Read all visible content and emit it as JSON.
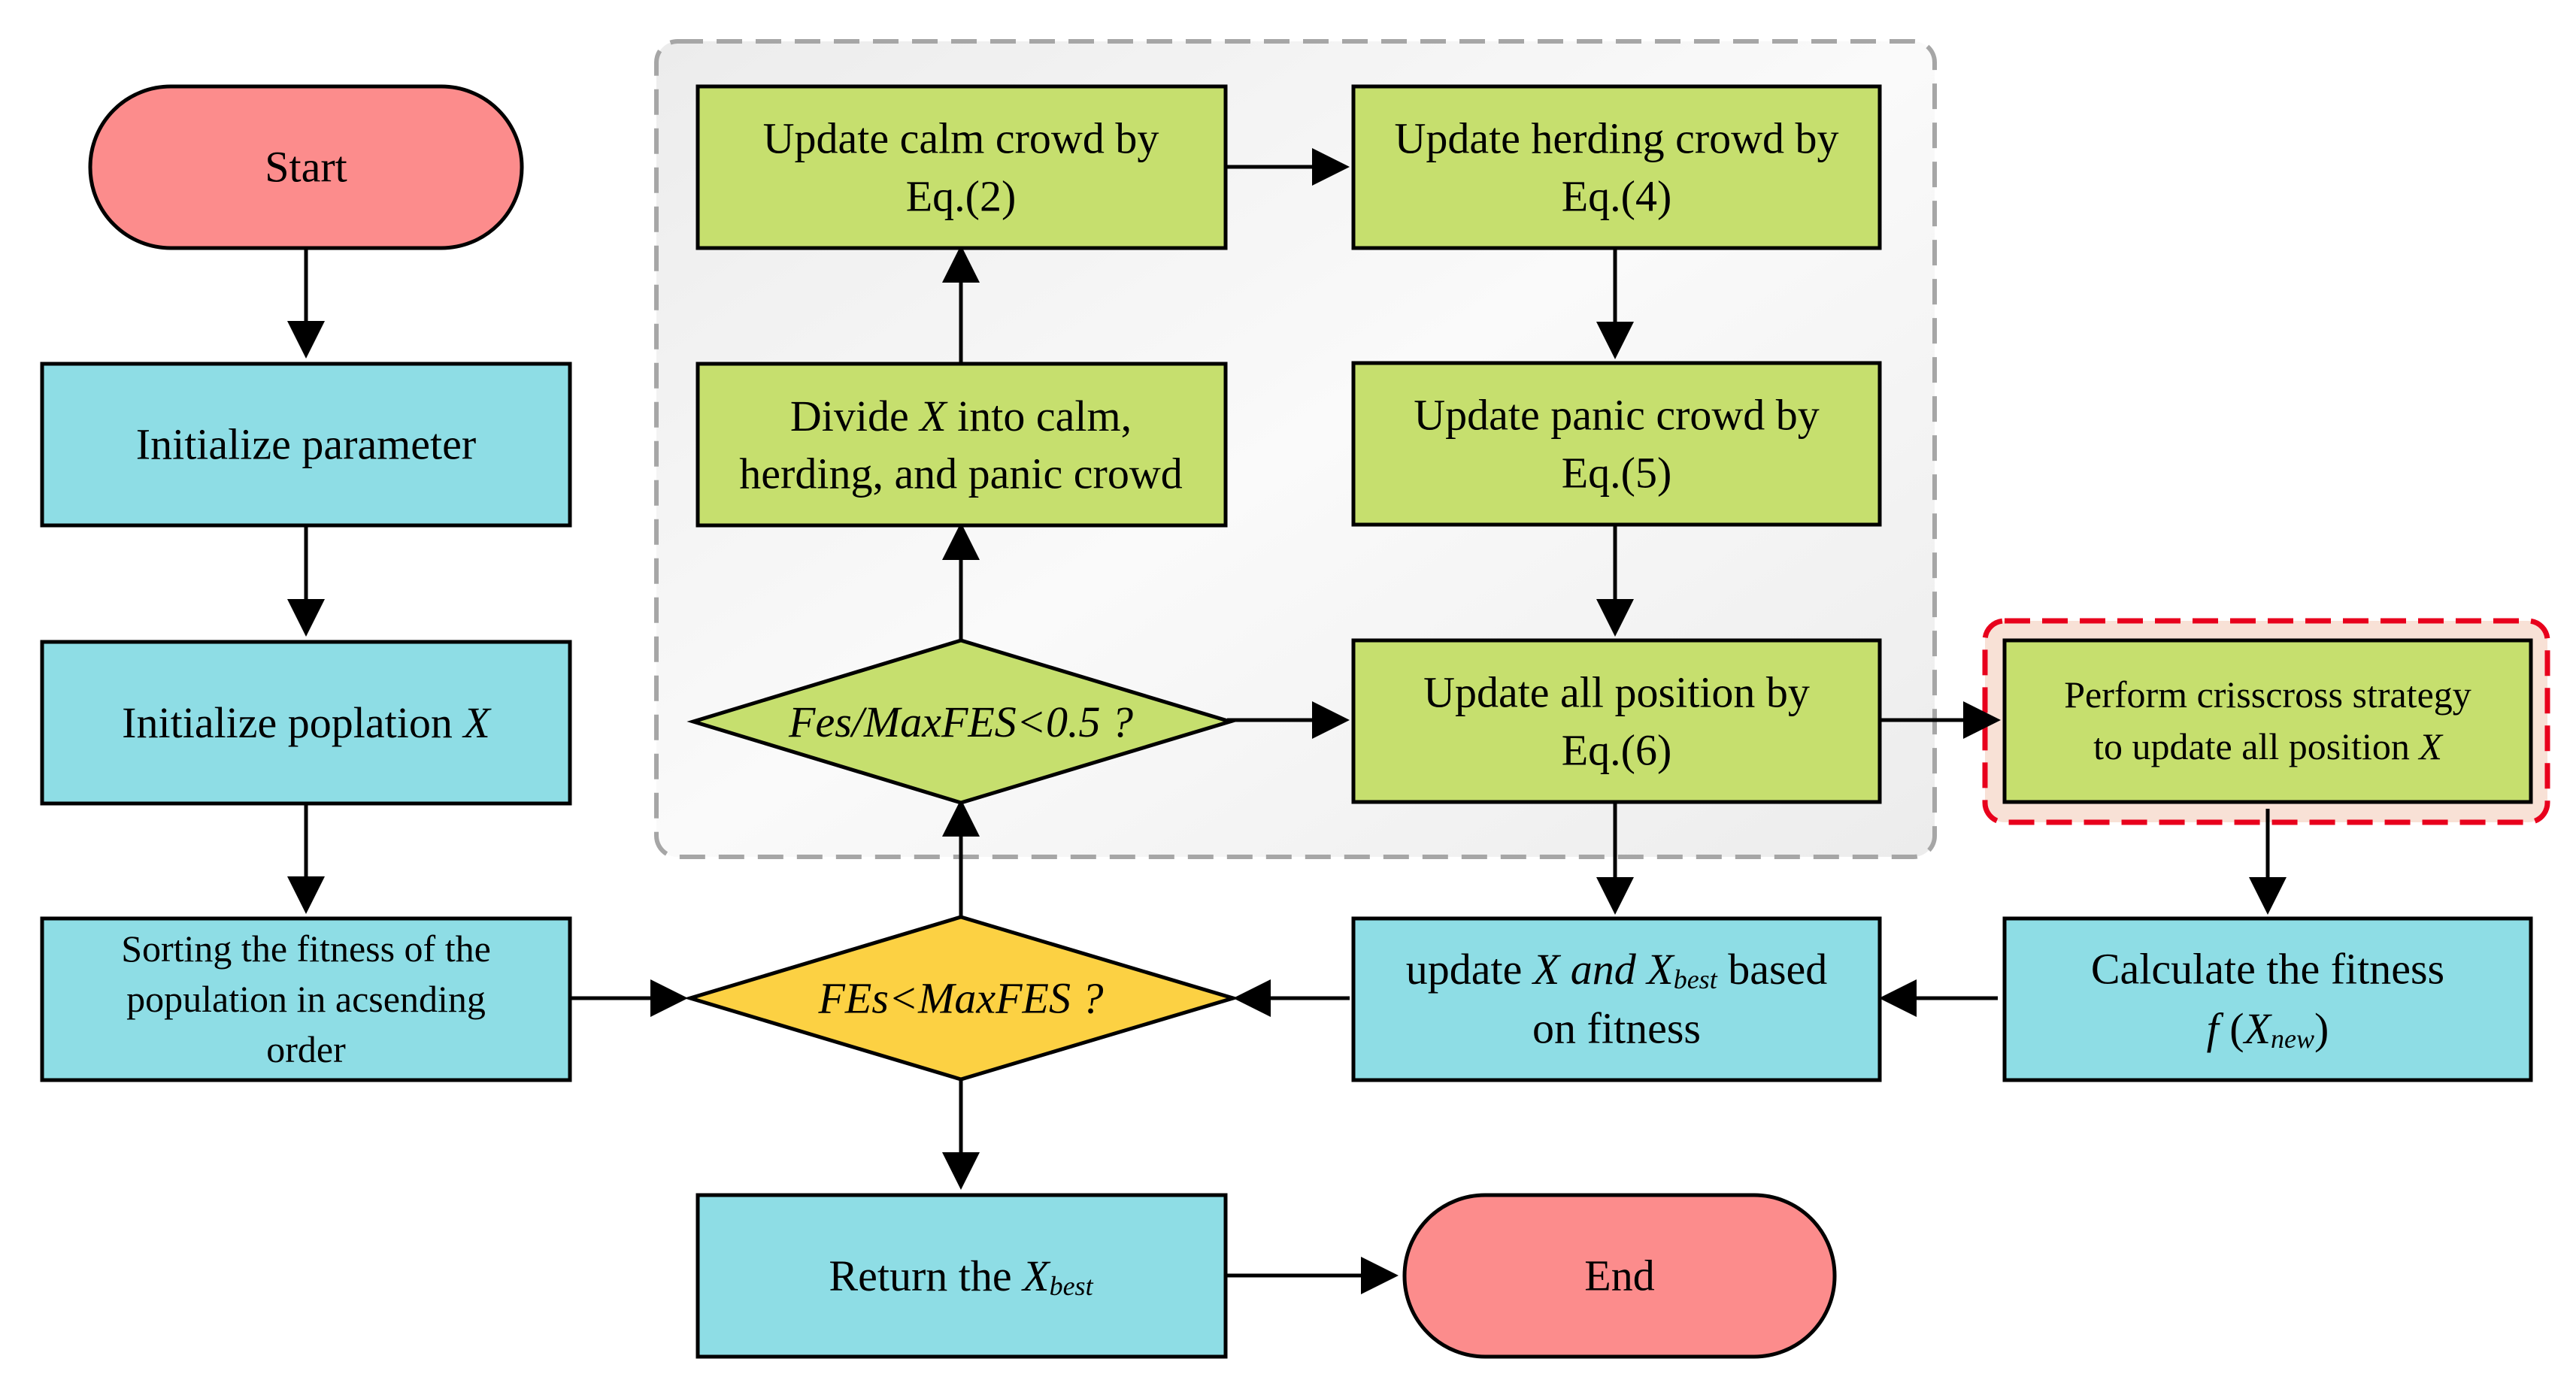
{
  "colors": {
    "terminal": "#fc8c8c",
    "process": "#8edde5",
    "update": "#c6df6e",
    "decision": "#fcd143",
    "group_bg": "#f2f2f2",
    "group_border": "#a6a6a6",
    "highlight_border": "#e8001c",
    "highlight_fill": "#f8e1d6"
  },
  "nodes": {
    "start": "Start",
    "init_param": "Initialize parameter",
    "init_pop": "Initialize poplation",
    "sort_1": "Sorting the fitness of the",
    "sort_2": "population in acsending",
    "sort_3": "order",
    "fes_decision": "FEs<MaxFES ?",
    "return": "Return the",
    "end": "End",
    "divide_1_a": "Divide",
    "divide_1_b": "into calm,",
    "divide_2": "herding, and panic crowd",
    "ratio_decision_a": "Fes/MaxFES",
    "ratio_decision_b": "<0.5 ?",
    "calm_1": "Update calm crowd by",
    "calm_2": "Eq.(2)",
    "herding_1": "Update herding crowd by",
    "herding_2": "Eq.(4)",
    "panic_1": "Update panic crowd by",
    "panic_2": "Eq.(5)",
    "all_1": "Update all position by",
    "all_2": "Eq.(6)",
    "criss_1": "Perform crisscross strategy",
    "criss_2": "to update all position",
    "fitness_1": "Calculate the fitness",
    "fitness_f": "f",
    "fitness_paren_open": "(",
    "fitness_paren_close": ")",
    "update_best_a": "update",
    "update_best_b": "and",
    "update_best_c": "based",
    "update_best_2": "on fitness"
  },
  "symbols": {
    "X": "X",
    "best": "best",
    "new": "new"
  }
}
